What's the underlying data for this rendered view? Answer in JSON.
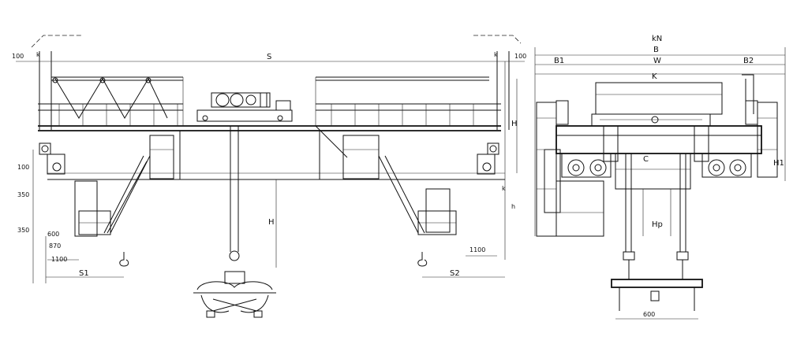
{
  "front_view": {
    "span": "S",
    "height": "H",
    "lift": "H",
    "left_approach": "S1",
    "right_approach": "S2",
    "left_wheel": "k",
    "right_wheel": "k",
    "left_top": "100",
    "right_top": "100",
    "right_rail": "k",
    "rail_gap": "h",
    "dim_100": "100",
    "dim_350a": "350",
    "dim_350b": "350",
    "dim_600": "600",
    "dim_870": "870",
    "dim_1100": "1100",
    "dim_1100r": "1100"
  },
  "side_view": {
    "overall": "kN",
    "base": "B",
    "left_b": "B1",
    "right_b": "B2",
    "wheelbase": "W",
    "trolley": "K",
    "height": "H1",
    "inner": "C",
    "gauge": "Hp",
    "bottom": "600"
  }
}
